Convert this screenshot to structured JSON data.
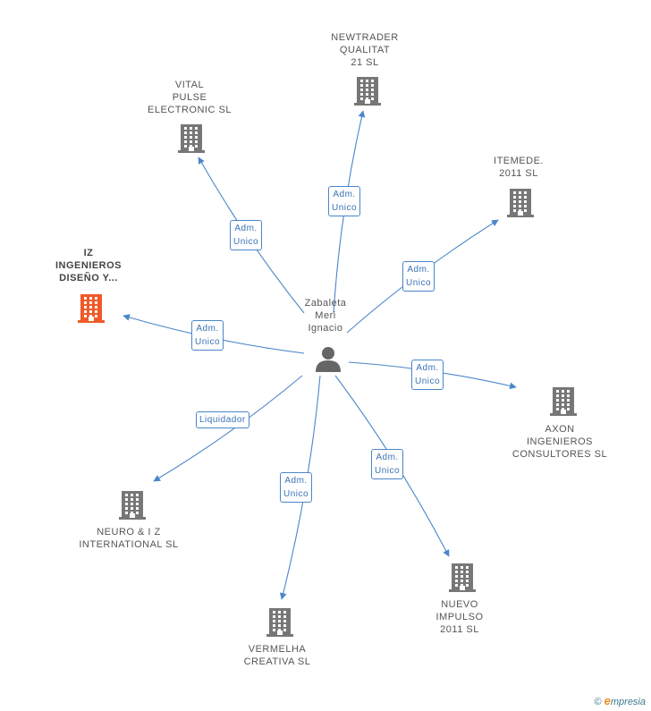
{
  "center": {
    "name": "Zabaleta\nMeri\nIgnacio"
  },
  "colors": {
    "edge": "#4a86c8",
    "building": "#777777",
    "focus_building": "#f05a28"
  },
  "nodes": [
    {
      "id": "iz",
      "label": "IZ\nINGENIEROS\nDISEÑO Y...",
      "focus": true
    },
    {
      "id": "vital",
      "label": "VITAL\nPULSE\nELECTRONIC SL"
    },
    {
      "id": "newtrader",
      "label": "NEWTRADER\nQUALITAT\n21 SL"
    },
    {
      "id": "itemede",
      "label": "ITEMEDE.\n2011 SL"
    },
    {
      "id": "axon",
      "label": "AXON\nINGENIEROS\nCONSULTORES SL"
    },
    {
      "id": "nuevo",
      "label": "NUEVO\nIMPULSO\n2011 SL"
    },
    {
      "id": "vermelha",
      "label": "VERMELHA\nCREATIVA SL"
    },
    {
      "id": "neuro",
      "label": "NEURO & I Z\nINTERNATIONAL SL"
    }
  ],
  "edges": [
    {
      "to": "iz",
      "role": "Adm.\nUnico"
    },
    {
      "to": "vital",
      "role": "Adm.\nUnico"
    },
    {
      "to": "newtrader",
      "role": "Adm.\nUnico"
    },
    {
      "to": "itemede",
      "role": "Adm.\nUnico"
    },
    {
      "to": "axon",
      "role": "Adm.\nUnico"
    },
    {
      "to": "nuevo",
      "role": "Adm.\nUnico"
    },
    {
      "to": "vermelha",
      "role": "Adm.\nUnico"
    },
    {
      "to": "neuro",
      "role": "Liquidador"
    }
  ],
  "footer": {
    "copyright": "©",
    "brand_e": "e",
    "brand_rest": "mpresia"
  }
}
